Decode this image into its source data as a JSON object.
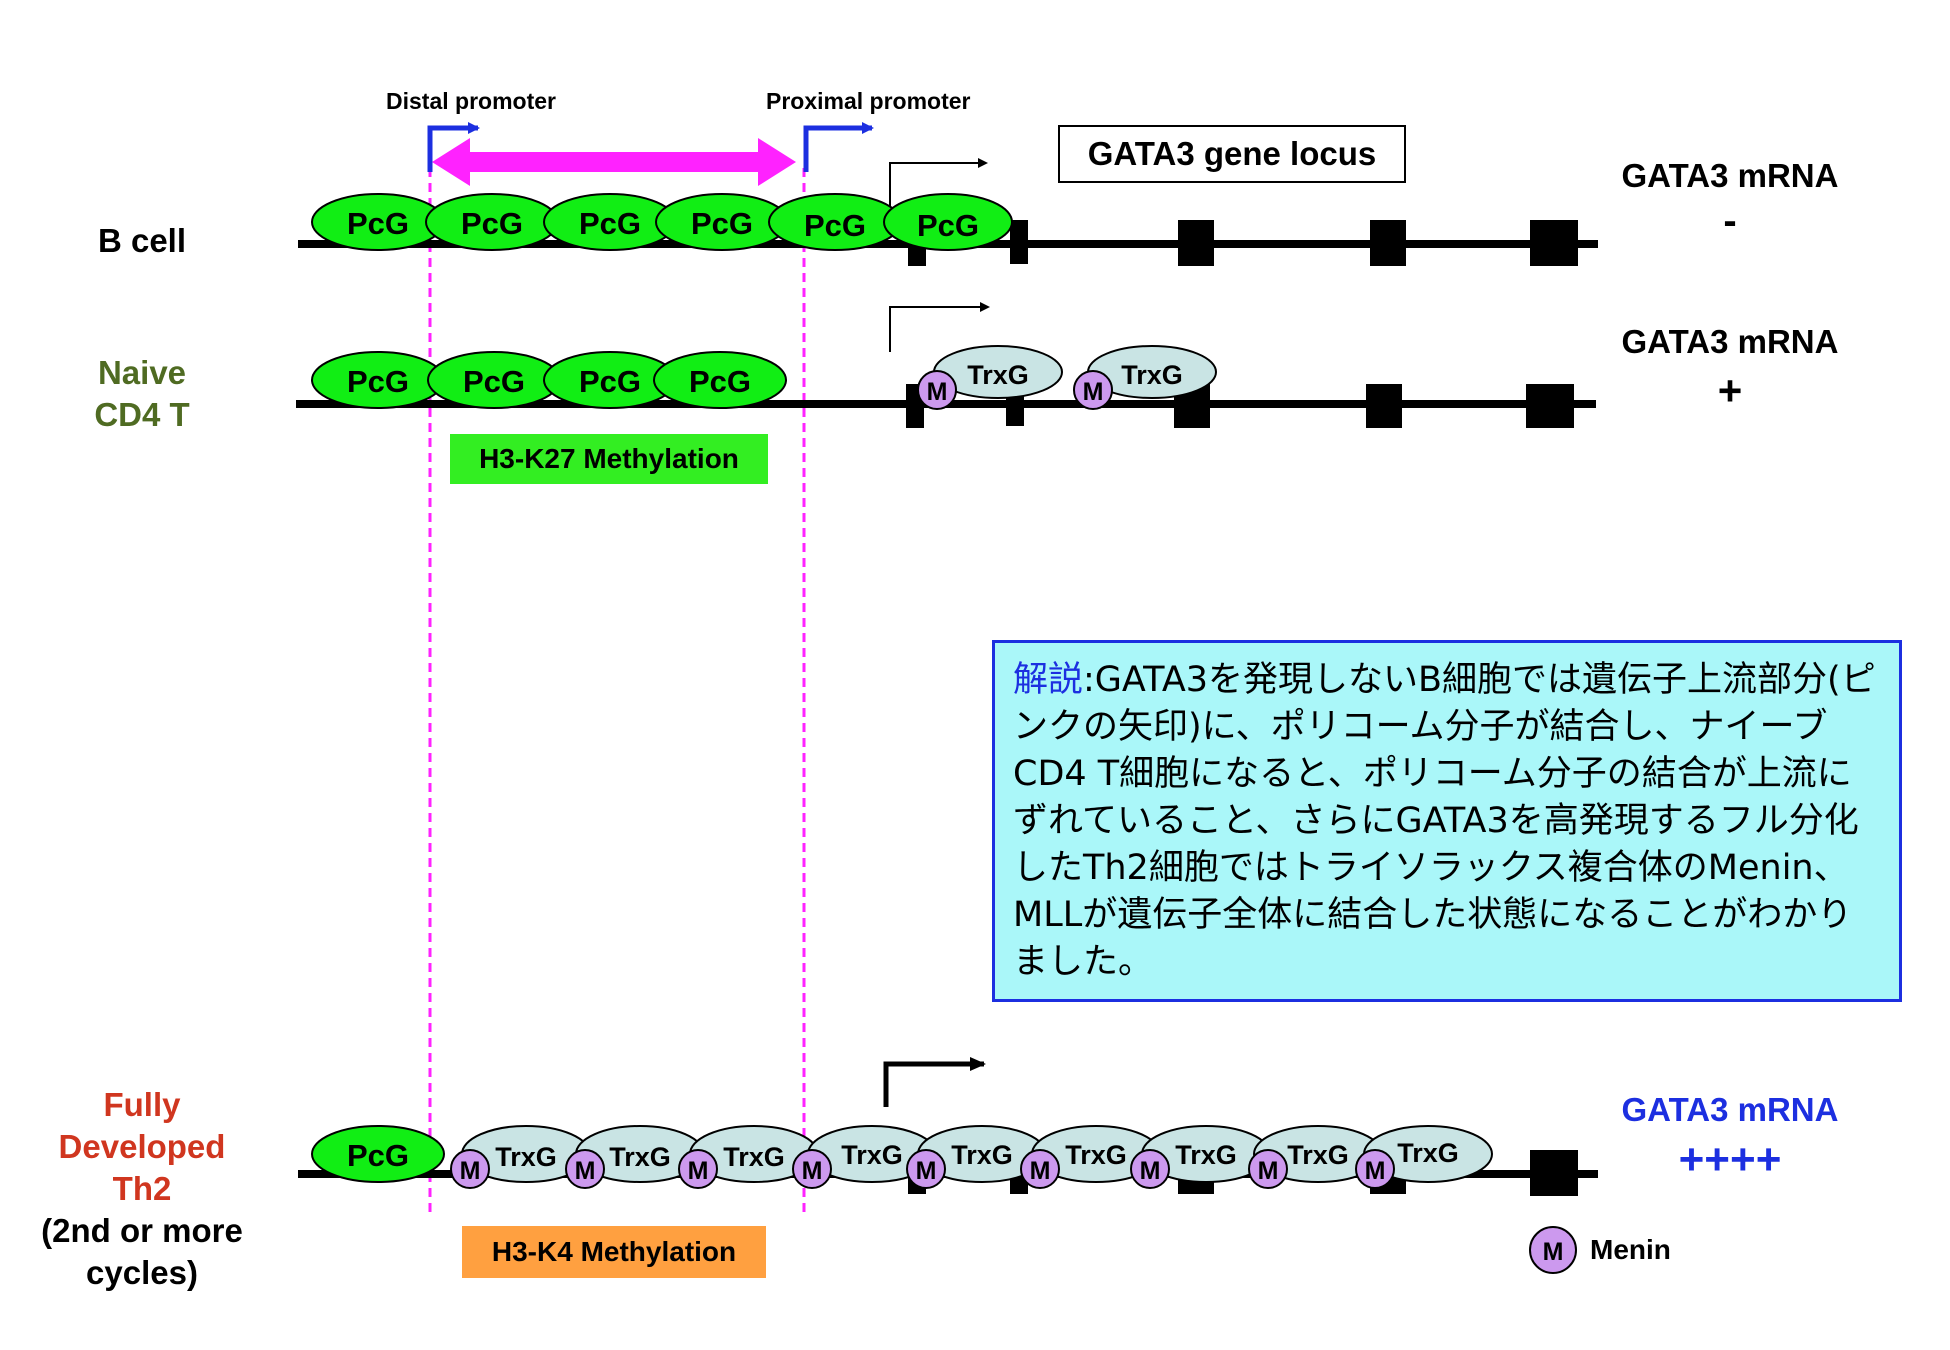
{
  "promoters": {
    "distal": "Distal promoter",
    "proximal": "Proximal promoter"
  },
  "locus_label": "GATA3 gene locus",
  "rows": [
    {
      "label_lines": [
        "B cell"
      ],
      "label_color": "#000000",
      "mrna_label": "GATA3 mRNA",
      "mrna_level": "-",
      "mrna_color": "#000000"
    },
    {
      "label_lines": [
        "Naive",
        "CD4 T"
      ],
      "label_color": "#4f6b22",
      "mrna_label": "GATA3 mRNA",
      "mrna_level": "+",
      "mrna_color": "#000000"
    },
    {
      "label_lines": [
        "Fully",
        "Developed",
        "Th2"
      ],
      "label_extra_lines": [
        "(2nd or more",
        "cycles)"
      ],
      "label_color": "#d0361f",
      "extra_color": "#000000",
      "mrna_label": "GATA3 mRNA",
      "mrna_level": "++++",
      "mrna_color": "#1c2fe0"
    }
  ],
  "proteins": {
    "pcg": "PcG",
    "trxg": "TrxG",
    "menin_symbol": "M"
  },
  "methylation": {
    "k27": "H3-K27 Methylation",
    "k4": "H3-K4 Methylation"
  },
  "legend": {
    "symbol": "M",
    "label": "Menin"
  },
  "note": {
    "heading": "解説",
    "text": ":GATA3を発現しないB細胞では遺伝子上流部分(ピンクの矢印)に、ポリコーム分子が結合し、ナイーブCD4 T細胞になると、ポリコーム分子の結合が上流にずれていること、さらにGATA3を高発現するフル分化したTh2細胞ではトライソラックス複合体のMenin、MLLが遺伝子全体に結合した状態になることがわかりました。"
  },
  "colors": {
    "pcg_fill": "#11ee14",
    "trxg_fill": "#c9e4e4",
    "menin_fill": "#cc99ee",
    "pink_arrow": "#ff22ff",
    "promoter_arrow": "#1c2fe0",
    "k27_box": "#33ee22",
    "k4_box": "#ffa040",
    "note_bg": "#aaf7f9",
    "note_border": "#1c2fe0"
  }
}
